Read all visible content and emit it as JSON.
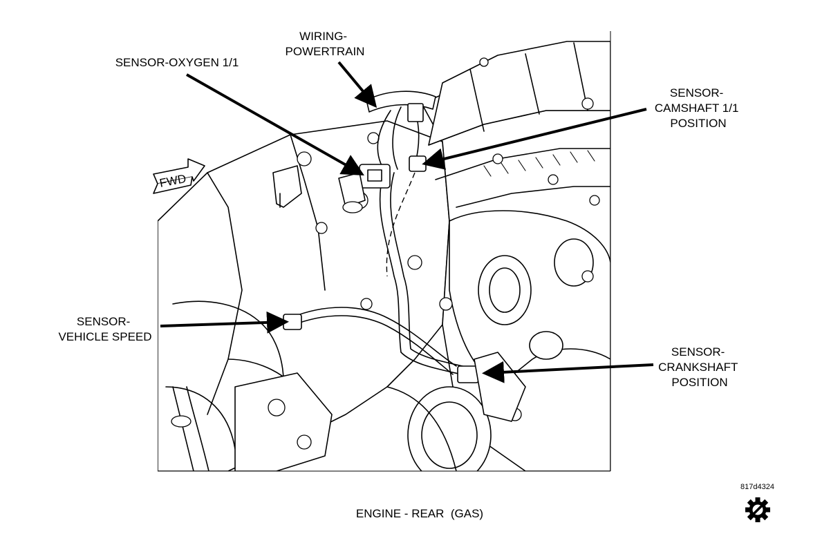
{
  "callouts": {
    "wiring_powertrain": [
      "WIRING-",
      "POWERTRAIN"
    ],
    "sensor_oxygen": [
      "SENSOR-OXYGEN 1/1"
    ],
    "sensor_camshaft": [
      "SENSOR-",
      "CAMSHAFT 1/1",
      "POSITION"
    ],
    "sensor_vehicle_speed": [
      "SENSOR-",
      "VEHICLE SPEED"
    ],
    "sensor_crankshaft": [
      "SENSOR-",
      "CRANKSHAFT",
      "POSITION"
    ]
  },
  "fwd_arrow_text": "FWD",
  "figure_code": "817d4324",
  "caption": "ENGINE - REAR  (GAS)",
  "icons": {
    "fwd": "fwd-arrow-icon",
    "transmission": "transmission-gear-icon"
  }
}
